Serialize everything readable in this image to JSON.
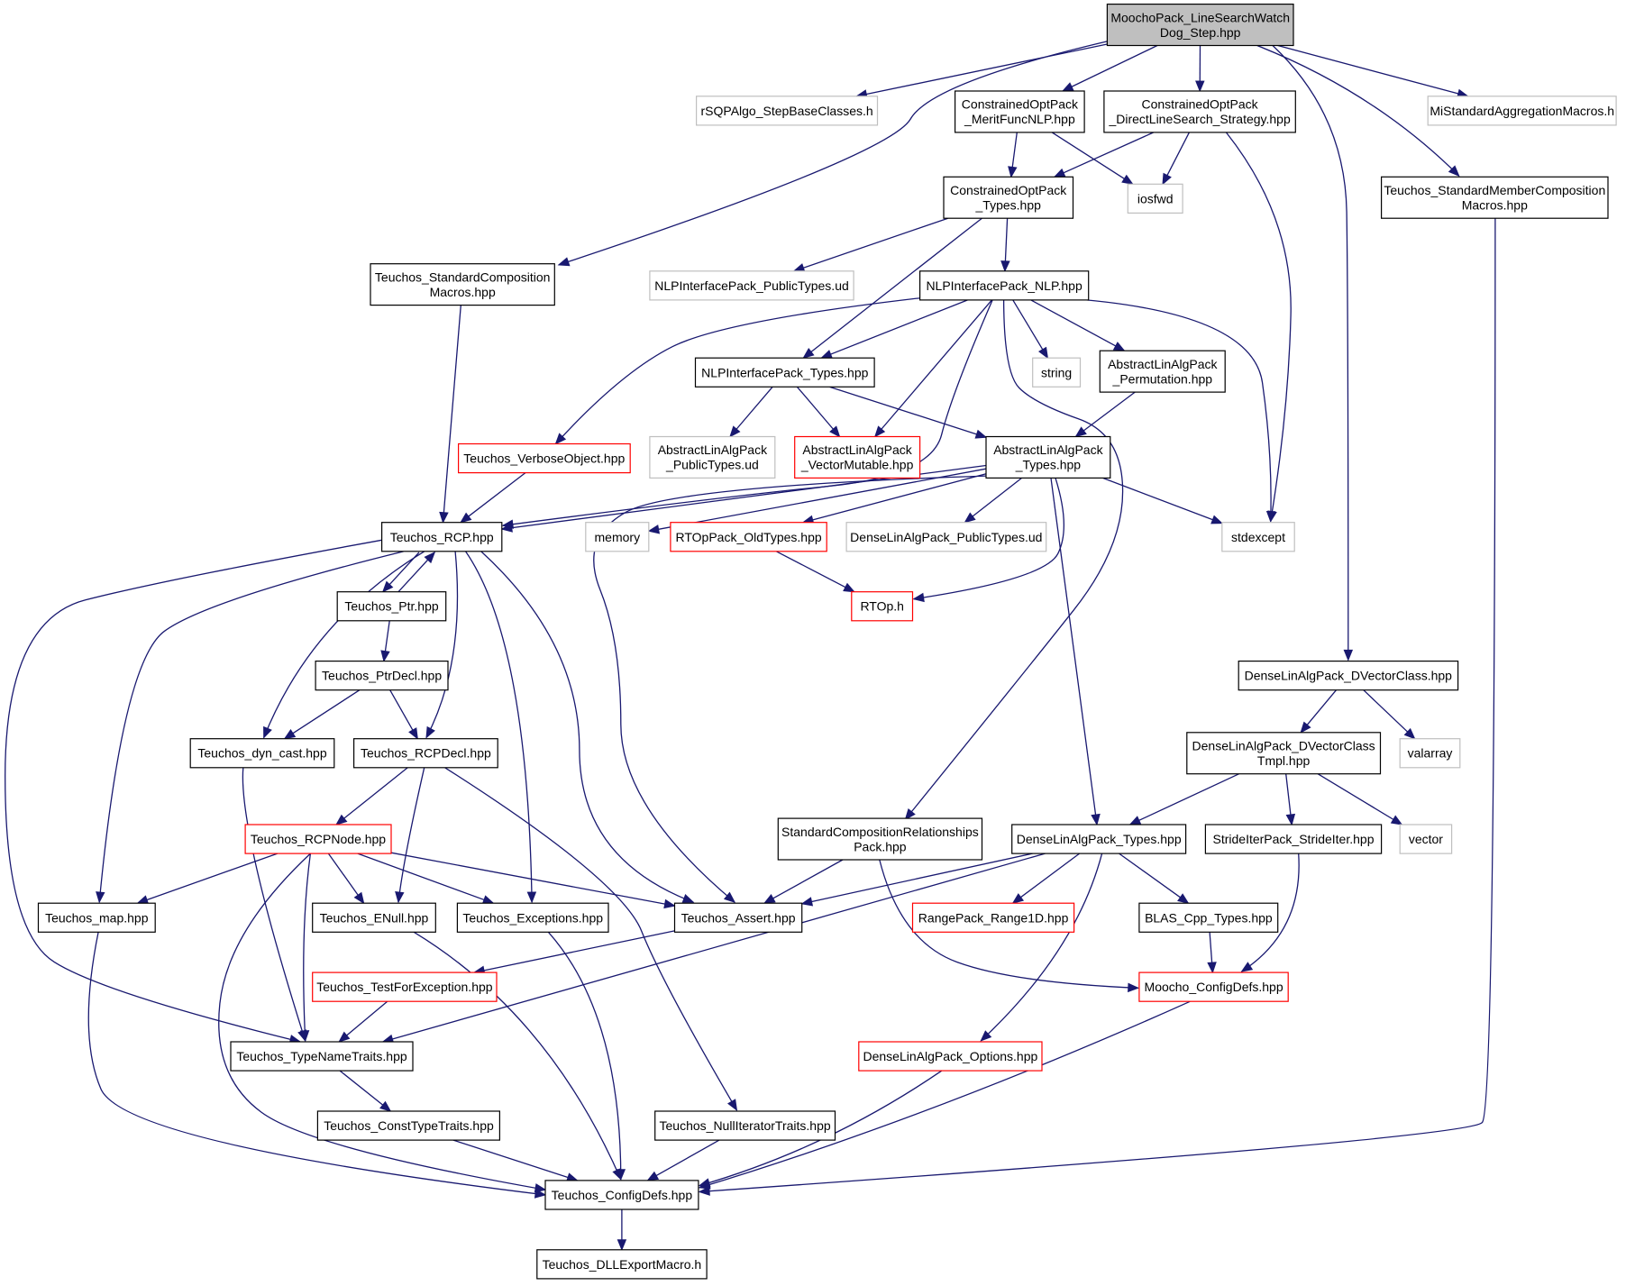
{
  "graph": {
    "colors": {
      "edge": "#191970",
      "normal_border": "#000000",
      "root_fill": "#bfbfbf",
      "missing_border": "#bfbfbf",
      "truncated_border": "#ff0000"
    },
    "nodes": [
      {
        "id": "root",
        "kind": "root",
        "lines": [
          "MoochoPack_LineSearchWatch",
          "Dog_Step.hpp"
        ]
      },
      {
        "id": "rsqp",
        "kind": "missing",
        "lines": [
          "rSQPAlgo_StepBaseClasses.h"
        ]
      },
      {
        "id": "merit",
        "kind": "normal",
        "lines": [
          "ConstrainedOptPack",
          "_MeritFuncNLP.hpp"
        ]
      },
      {
        "id": "dls",
        "kind": "normal",
        "lines": [
          "ConstrainedOptPack",
          "_DirectLineSearch_Strategy.hpp"
        ]
      },
      {
        "id": "mistd",
        "kind": "missing",
        "lines": [
          "MiStandardAggregationMacros.h"
        ]
      },
      {
        "id": "iosfwd",
        "kind": "missing",
        "lines": [
          "iosfwd"
        ]
      },
      {
        "id": "cotypes",
        "kind": "normal",
        "lines": [
          "ConstrainedOptPack",
          "_Types.hpp"
        ]
      },
      {
        "id": "tsmcm",
        "kind": "normal",
        "lines": [
          "Teuchos_StandardMemberComposition",
          "Macros.hpp"
        ]
      },
      {
        "id": "tscm",
        "kind": "normal",
        "lines": [
          "Teuchos_StandardComposition",
          "Macros.hpp"
        ]
      },
      {
        "id": "nlpput",
        "kind": "missing",
        "lines": [
          "NLPInterfacePack_PublicTypes.ud"
        ]
      },
      {
        "id": "nlpnlp",
        "kind": "normal",
        "lines": [
          "NLPInterfacePack_NLP.hpp"
        ]
      },
      {
        "id": "nlptypes",
        "kind": "normal",
        "lines": [
          "NLPInterfacePack_Types.hpp"
        ]
      },
      {
        "id": "string",
        "kind": "missing",
        "lines": [
          "string"
        ]
      },
      {
        "id": "perm",
        "kind": "normal",
        "lines": [
          "AbstractLinAlgPack",
          "_Permutation.hpp"
        ]
      },
      {
        "id": "verbose",
        "kind": "truncated",
        "lines": [
          "Teuchos_VerboseObject.hpp"
        ]
      },
      {
        "id": "alapput",
        "kind": "missing",
        "lines": [
          "AbstractLinAlgPack",
          "_PublicTypes.ud"
        ]
      },
      {
        "id": "vecmut",
        "kind": "truncated",
        "lines": [
          "AbstractLinAlgPack",
          "_VectorMutable.hpp"
        ]
      },
      {
        "id": "alaptypes",
        "kind": "normal",
        "lines": [
          "AbstractLinAlgPack",
          "_Types.hpp"
        ]
      },
      {
        "id": "rcp",
        "kind": "normal",
        "lines": [
          "Teuchos_RCP.hpp"
        ]
      },
      {
        "id": "memory",
        "kind": "missing",
        "lines": [
          "memory"
        ]
      },
      {
        "id": "rtopold",
        "kind": "truncated",
        "lines": [
          "RTOpPack_OldTypes.hpp"
        ]
      },
      {
        "id": "dlaput",
        "kind": "missing",
        "lines": [
          "DenseLinAlgPack_PublicTypes.ud"
        ]
      },
      {
        "id": "stdexcept",
        "kind": "missing",
        "lines": [
          "stdexcept"
        ]
      },
      {
        "id": "ptr",
        "kind": "normal",
        "lines": [
          "Teuchos_Ptr.hpp"
        ]
      },
      {
        "id": "rtoph",
        "kind": "truncated",
        "lines": [
          "RTOp.h"
        ]
      },
      {
        "id": "ptrdecl",
        "kind": "normal",
        "lines": [
          "Teuchos_PtrDecl.hpp"
        ]
      },
      {
        "id": "dvc",
        "kind": "normal",
        "lines": [
          "DenseLinAlgPack_DVectorClass.hpp"
        ]
      },
      {
        "id": "dyncast",
        "kind": "normal",
        "lines": [
          "Teuchos_dyn_cast.hpp"
        ]
      },
      {
        "id": "rcpdecl",
        "kind": "normal",
        "lines": [
          "Teuchos_RCPDecl.hpp"
        ]
      },
      {
        "id": "dvct",
        "kind": "normal",
        "lines": [
          "DenseLinAlgPack_DVectorClass",
          "Tmpl.hpp"
        ]
      },
      {
        "id": "valarray",
        "kind": "missing",
        "lines": [
          "valarray"
        ]
      },
      {
        "id": "scrp",
        "kind": "normal",
        "lines": [
          "StandardCompositionRelationships",
          "Pack.hpp"
        ]
      },
      {
        "id": "rcpnode",
        "kind": "truncated",
        "lines": [
          "Teuchos_RCPNode.hpp"
        ]
      },
      {
        "id": "dlatypes",
        "kind": "normal",
        "lines": [
          "DenseLinAlgPack_Types.hpp"
        ]
      },
      {
        "id": "strided",
        "kind": "normal",
        "lines": [
          "StrideIterPack_StrideIter.hpp"
        ]
      },
      {
        "id": "vector",
        "kind": "missing",
        "lines": [
          "vector"
        ]
      },
      {
        "id": "map",
        "kind": "normal",
        "lines": [
          "Teuchos_map.hpp"
        ]
      },
      {
        "id": "enull",
        "kind": "normal",
        "lines": [
          "Teuchos_ENull.hpp"
        ]
      },
      {
        "id": "exc",
        "kind": "normal",
        "lines": [
          "Teuchos_Exceptions.hpp"
        ]
      },
      {
        "id": "assert",
        "kind": "normal",
        "lines": [
          "Teuchos_Assert.hpp"
        ]
      },
      {
        "id": "range",
        "kind": "truncated",
        "lines": [
          "RangePack_Range1D.hpp"
        ]
      },
      {
        "id": "blas",
        "kind": "normal",
        "lines": [
          "BLAS_Cpp_Types.hpp"
        ]
      },
      {
        "id": "testexc",
        "kind": "truncated",
        "lines": [
          "Teuchos_TestForException.hpp"
        ]
      },
      {
        "id": "moochocfg",
        "kind": "truncated",
        "lines": [
          "Moocho_ConfigDefs.hpp"
        ]
      },
      {
        "id": "tnt",
        "kind": "normal",
        "lines": [
          "Teuchos_TypeNameTraits.hpp"
        ]
      },
      {
        "id": "dlaopt",
        "kind": "truncated",
        "lines": [
          "DenseLinAlgPack_Options.hpp"
        ]
      },
      {
        "id": "ctt",
        "kind": "normal",
        "lines": [
          "Teuchos_ConstTypeTraits.hpp"
        ]
      },
      {
        "id": "nit",
        "kind": "normal",
        "lines": [
          "Teuchos_NullIteratorTraits.hpp"
        ]
      },
      {
        "id": "cfg",
        "kind": "normal",
        "lines": [
          "Teuchos_ConfigDefs.hpp"
        ]
      },
      {
        "id": "dll",
        "kind": "normal",
        "lines": [
          "Teuchos_DLLExportMacro.h"
        ]
      }
    ],
    "edges": [
      [
        "root",
        "rsqp"
      ],
      [
        "root",
        "merit"
      ],
      [
        "root",
        "dls"
      ],
      [
        "root",
        "mistd"
      ],
      [
        "root",
        "tsmcm"
      ],
      [
        "root",
        "tscm"
      ],
      [
        "root",
        "dvc"
      ],
      [
        "merit",
        "cotypes"
      ],
      [
        "merit",
        "iosfwd"
      ],
      [
        "dls",
        "cotypes"
      ],
      [
        "dls",
        "iosfwd"
      ],
      [
        "dls",
        "stdexcept"
      ],
      [
        "cotypes",
        "nlpput"
      ],
      [
        "cotypes",
        "nlpnlp"
      ],
      [
        "cotypes",
        "nlptypes"
      ],
      [
        "tsmcm",
        "cfg"
      ],
      [
        "tscm",
        "rcp"
      ],
      [
        "nlpnlp",
        "nlptypes"
      ],
      [
        "nlpnlp",
        "string"
      ],
      [
        "nlpnlp",
        "perm"
      ],
      [
        "nlpnlp",
        "verbose"
      ],
      [
        "nlpnlp",
        "vecmut"
      ],
      [
        "nlpnlp",
        "rcp"
      ],
      [
        "nlpnlp",
        "stdexcept"
      ],
      [
        "nlpnlp",
        "scrp"
      ],
      [
        "nlptypes",
        "alapput"
      ],
      [
        "nlptypes",
        "vecmut"
      ],
      [
        "nlptypes",
        "alaptypes"
      ],
      [
        "perm",
        "alaptypes"
      ],
      [
        "verbose",
        "rcp"
      ],
      [
        "alaptypes",
        "rcp"
      ],
      [
        "alaptypes",
        "memory"
      ],
      [
        "alaptypes",
        "rtopold"
      ],
      [
        "alaptypes",
        "dlaput"
      ],
      [
        "alaptypes",
        "stdexcept"
      ],
      [
        "alaptypes",
        "rtoph"
      ],
      [
        "alaptypes",
        "dlatypes"
      ],
      [
        "alaptypes",
        "assert"
      ],
      [
        "rtopold",
        "rtoph"
      ],
      [
        "rcp",
        "ptr"
      ],
      [
        "rcp",
        "dyncast"
      ],
      [
        "rcp",
        "rcpdecl"
      ],
      [
        "rcp",
        "exc"
      ],
      [
        "rcp",
        "assert"
      ],
      [
        "rcp",
        "map"
      ],
      [
        "rcp",
        "tnt"
      ],
      [
        "ptr",
        "rcp"
      ],
      [
        "ptr",
        "ptrdecl"
      ],
      [
        "ptrdecl",
        "dyncast"
      ],
      [
        "ptrdecl",
        "rcpdecl"
      ],
      [
        "dyncast",
        "tnt"
      ],
      [
        "rcpdecl",
        "rcpnode"
      ],
      [
        "rcpdecl",
        "enull"
      ],
      [
        "rcpdecl",
        "nit"
      ],
      [
        "rcpnode",
        "map"
      ],
      [
        "rcpnode",
        "enull"
      ],
      [
        "rcpnode",
        "exc"
      ],
      [
        "rcpnode",
        "assert"
      ],
      [
        "rcpnode",
        "tnt"
      ],
      [
        "rcpnode",
        "cfg"
      ],
      [
        "dvc",
        "dvct"
      ],
      [
        "dvc",
        "valarray"
      ],
      [
        "dvct",
        "dlatypes"
      ],
      [
        "dvct",
        "strided"
      ],
      [
        "dvct",
        "vector"
      ],
      [
        "scrp",
        "assert"
      ],
      [
        "scrp",
        "moochocfg"
      ],
      [
        "dlatypes",
        "assert"
      ],
      [
        "dlatypes",
        "range"
      ],
      [
        "dlatypes",
        "blas"
      ],
      [
        "dlatypes",
        "tnt"
      ],
      [
        "dlatypes",
        "dlaopt"
      ],
      [
        "strided",
        "moochocfg"
      ],
      [
        "blas",
        "moochocfg"
      ],
      [
        "assert",
        "testexc"
      ],
      [
        "testexc",
        "tnt"
      ],
      [
        "map",
        "cfg"
      ],
      [
        "enull",
        "cfg"
      ],
      [
        "exc",
        "cfg"
      ],
      [
        "moochocfg",
        "cfg"
      ],
      [
        "tnt",
        "ctt"
      ],
      [
        "dlaopt",
        "cfg"
      ],
      [
        "ctt",
        "cfg"
      ],
      [
        "nit",
        "cfg"
      ],
      [
        "cfg",
        "dll"
      ]
    ]
  }
}
